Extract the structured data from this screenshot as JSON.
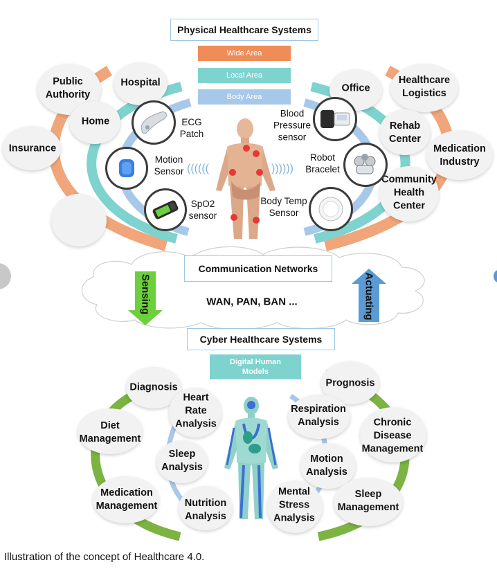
{
  "physical": {
    "title": "Physical Healthcare Systems",
    "areas": {
      "wide": "Wide Area",
      "local": "Local Area",
      "body": "Body Area"
    },
    "bubbles": {
      "public_authority": "Public\nAuthority",
      "hospital": "Hospital",
      "home": "Home",
      "insurance": "Insurance",
      "office": "Office",
      "logistics": "Healthcare\nLogistics",
      "rehab": "Rehab\nCenter",
      "medication_industry": "Medication\nIndustry",
      "community": "Community\nHealth\nCenter"
    },
    "sensors": {
      "ecg": "ECG\nPatch",
      "motion": "Motion\nSensor",
      "spo2": "SpO2\nsensor",
      "blood": "Blood\nPressure\nsensor",
      "robot": "Robot\nBracelet",
      "bodytemp": "Body Temp\nSensor"
    }
  },
  "network": {
    "title": "Communication Networks",
    "types": "WAN, PAN, BAN ...",
    "sensing": "Sensing",
    "actuating": "Actuating"
  },
  "cyber": {
    "title": "Cyber Healthcare Systems",
    "models": "Digital Human\nModels",
    "bubbles": {
      "diagnosis": "Diagnosis",
      "diet": "Diet\nManagement",
      "medication": "Medication\nManagement",
      "heart": "Heart\nRate\nAnalysis",
      "sleep_analysis": "Sleep\nAnalysis",
      "nutrition": "Nutrition\nAnalysis",
      "prognosis": "Prognosis",
      "respiration": "Respiration\nAnalysis",
      "motion": "Motion\nAnalysis",
      "mental": "Mental\nStress\nAnalysis",
      "chronic": "Chronic\nDisease\nManagement",
      "sleep_mgmt": "Sleep\nManagement"
    }
  },
  "caption": "Illustration of the concept of Healthcare 4.0.",
  "colors": {
    "wide": "#f0a57a",
    "local": "#7fd3cf",
    "body": "#a8c8ea",
    "green": "#7cb342",
    "sensing": "#6ccf3c",
    "actuating": "#5b9bd5",
    "marker": "#e53935"
  },
  "icons": [
    "ecg-patch-icon",
    "motion-sensor-icon",
    "pulse-oximeter-icon",
    "blood-pressure-monitor-icon",
    "robot-bracelet-icon",
    "body-temp-sensor-icon",
    "human-body-icon",
    "digital-human-icon"
  ]
}
